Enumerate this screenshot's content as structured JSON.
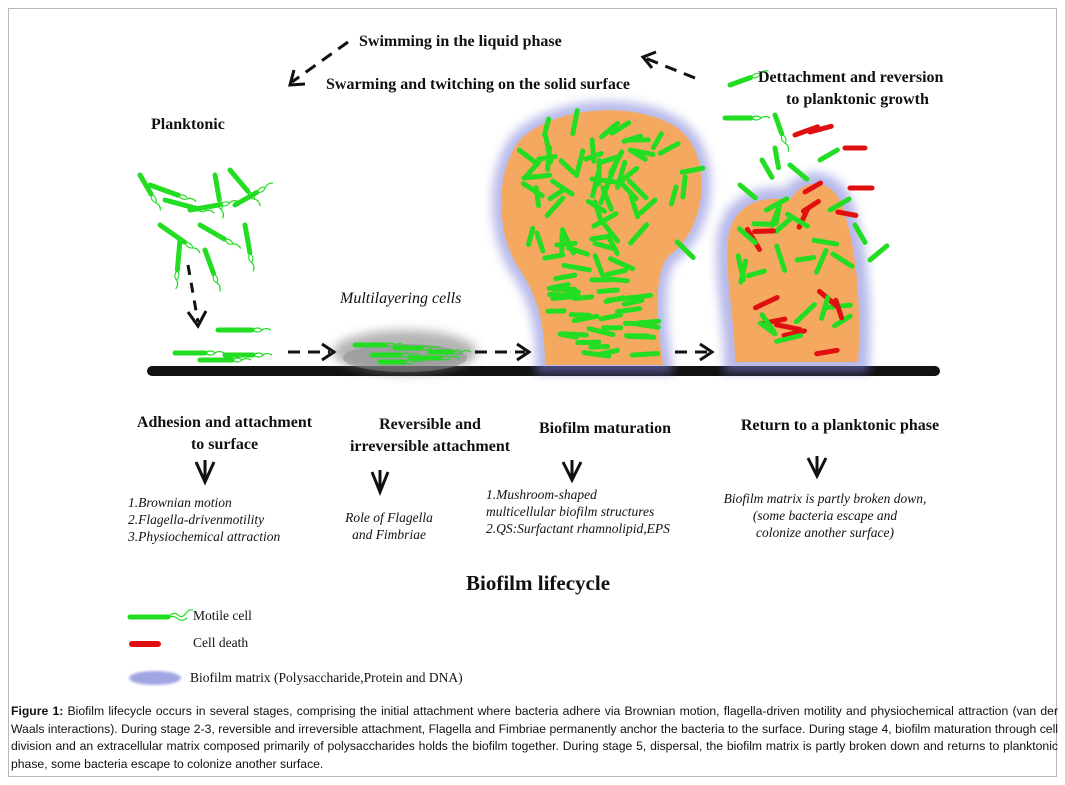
{
  "figure": {
    "top_labels": {
      "swimming": "Swimming in the liquid phase",
      "swarming": "Swarming and twitching on the solid surface",
      "detachment_line1": "Dettachment and reversion",
      "detachment_line2": "to planktonic growth",
      "planktonic": "Planktonic",
      "multilayering": "Multilayering cells"
    },
    "stages": [
      {
        "title_line1": "Adhesion and attachment",
        "title_line2": "to surface",
        "notes": [
          "1.Brownian motion",
          "2.Flagella-drivenmotility",
          "3.Physiochemical attraction"
        ]
      },
      {
        "title_line1": "Reversible and",
        "title_line2": "irreversible attachment",
        "notes": [
          "Role of Flagella",
          "and Fimbriae"
        ]
      },
      {
        "title_line1": "Biofilm maturation",
        "title_line2": "",
        "notes": [
          "1.Mushroom-shaped",
          "multicellular biofilm structures",
          "2.QS:Surfactant rhamnolipid,EPS"
        ]
      },
      {
        "title_line1": "Return to a planktonic phase",
        "title_line2": "",
        "notes": [
          "Biofilm matrix is partly broken down,",
          "(some bacteria escape and",
          "colonize another surface)"
        ]
      }
    ],
    "title": "Biofilm lifecycle",
    "legend": [
      {
        "label": "Motile cell",
        "symbol": "green-flagellated-rod"
      },
      {
        "label": "Cell death",
        "symbol": "red-rod"
      },
      {
        "label": "Biofilm matrix (Polysaccharide,Protein and DNA)",
        "symbol": "blue-haze"
      }
    ],
    "colors": {
      "motile_cell": "#22dd22",
      "dead_cell": "#e01010",
      "biofilm_body": "#f4a860",
      "matrix": "#7b7fd8",
      "surface": "#111111"
    }
  },
  "caption": {
    "label": "Figure 1:",
    "text": " Biofilm lifecycle occurs in several stages, comprising the initial attachment where bacteria adhere via Brownian motion, flagella-driven motility and physiochemical attraction (van der Waals interactions). During stage 2-3, reversible and irreversible attachment, Flagella and Fimbriae permanently anchor the bacteria to the surface. During stage 4, biofilm maturation through cell division and an extracellular matrix composed primarily of polysaccharides holds the biofilm together. During stage 5, dispersal, the biofilm matrix is partly broken down and returns to planktonic phase, some bacteria escape to colonize another surface."
  }
}
